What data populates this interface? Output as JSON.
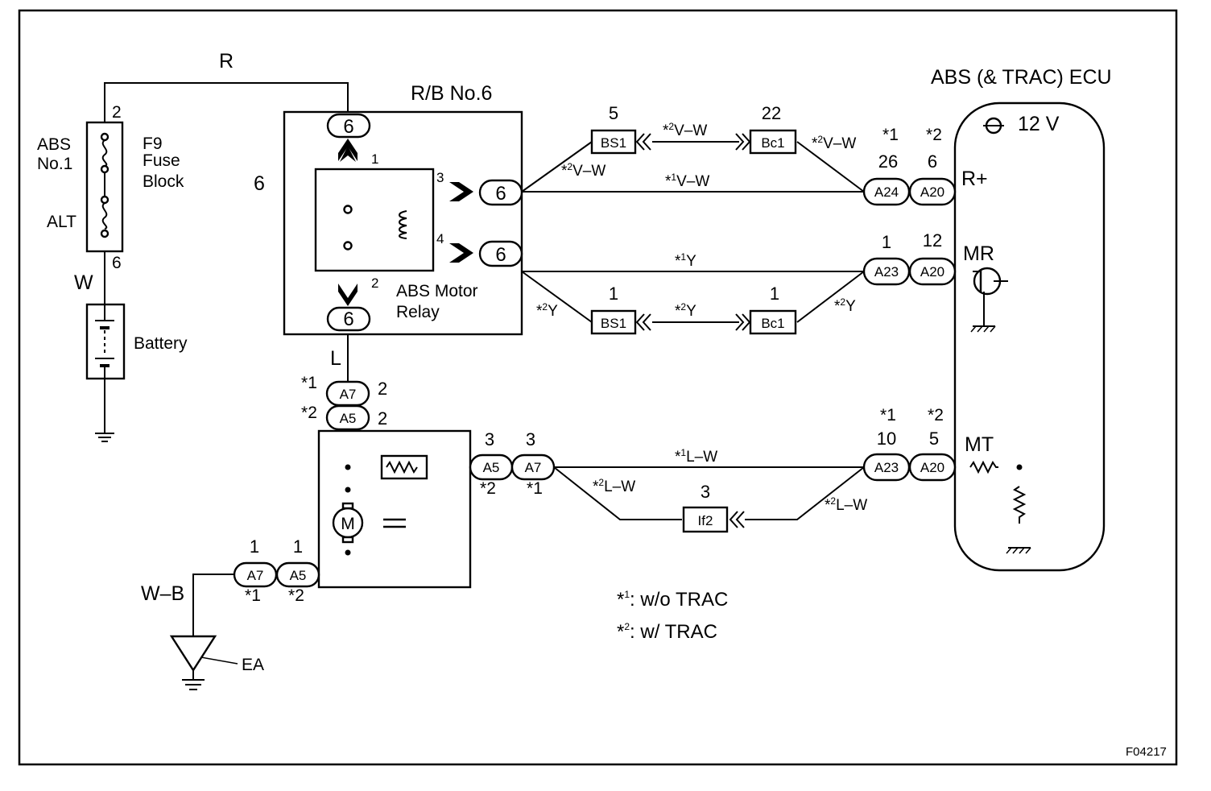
{
  "fuse_block": {
    "title_1": "F9",
    "title_2": "Fuse",
    "title_3": "Block",
    "fuse_top_1": "ABS",
    "fuse_top_2": "No.1",
    "fuse_bottom": "ALT",
    "pin_top": "2",
    "pin_bottom": "6"
  },
  "battery": {
    "label": "Battery"
  },
  "wires": {
    "r": "R",
    "w": "W",
    "l": "L",
    "wb": "W–B",
    "vw": "V–W",
    "y": "Y",
    "lw": "L–W"
  },
  "relay_block": {
    "title": "R/B No.6",
    "side_num": "6",
    "relay_label_1": "ABS Motor",
    "relay_label_2": "Relay",
    "pin1": "1",
    "pin2": "2",
    "pin3": "3",
    "pin4": "4",
    "connector": "6"
  },
  "ecu": {
    "title": "ABS (& TRAC) ECU",
    "voltage": "12 V",
    "r_plus": "R+",
    "mr": "MR",
    "mt": "MT"
  },
  "connectors": {
    "bs1": "BS1",
    "bc1": "Bc1",
    "if2": "If2",
    "a24": "A24",
    "a23": "A23",
    "a20": "A20",
    "a7": "A7",
    "a5": "A5"
  },
  "pins": {
    "p5": "5",
    "p22": "22",
    "p26": "26",
    "p6": "6",
    "p1": "1",
    "p12": "12",
    "p2": "2",
    "p3": "3",
    "p10": "10"
  },
  "marks": {
    "star": "*",
    "s1": "1",
    "s2": "2"
  },
  "ground": {
    "ea": "EA"
  },
  "motor": {
    "m": "M"
  },
  "legend": {
    "n1": ": w/o TRAC",
    "n2": ": w/ TRAC"
  },
  "figure_id": "F04217"
}
